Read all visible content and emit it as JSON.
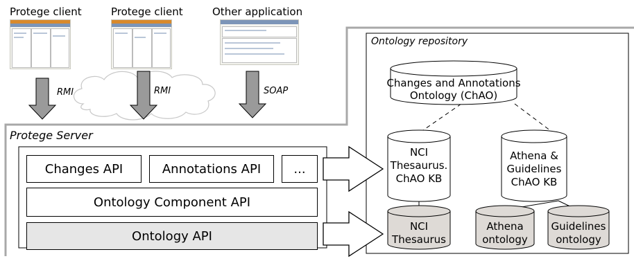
{
  "clients": [
    {
      "title": "Protege client"
    },
    {
      "title": "Protege client"
    },
    {
      "title": "Other application"
    }
  ],
  "connections": {
    "rmi_1": "RMI",
    "rmi_2": "RMI",
    "soap": "SOAP"
  },
  "server": {
    "title": "Protege Server",
    "changes_api": "Changes API",
    "annotations_api": "Annotations API",
    "more": "...",
    "ontology_component_api": "Ontology Component API",
    "ontology_api": "Ontology API"
  },
  "repository": {
    "title": "Ontology repository",
    "chao": [
      "Changes and Annotations",
      "Ontology (ChAO)"
    ],
    "nci_kb": [
      "NCI",
      "Thesaurus.",
      "ChAO KB"
    ],
    "athena_kb": [
      "Athena &",
      "Guidelines",
      "ChAO KB"
    ],
    "nci": [
      "NCI",
      "Thesaurus"
    ],
    "athena": [
      "Athena",
      "ontology"
    ],
    "guidelines": [
      "Guidelines",
      "ontology"
    ]
  },
  "colors": {
    "gray_fill": "#e6e6e6",
    "cylinder_gray": "#dedad6",
    "arrow_gray": "#9a9a9a",
    "boundary_gray": "#a8a8a8"
  }
}
